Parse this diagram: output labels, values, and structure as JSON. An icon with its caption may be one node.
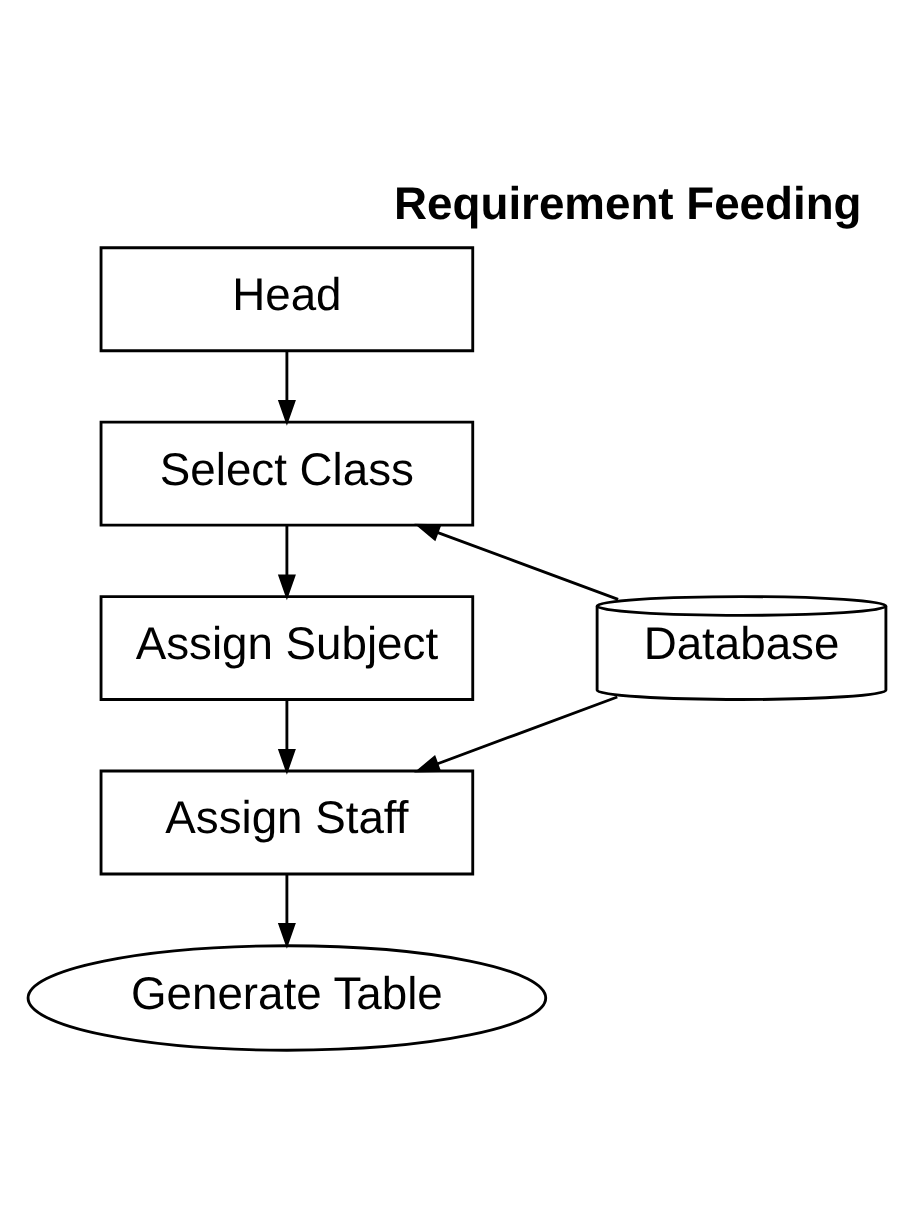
{
  "diagram": {
    "title": "Requirement Feeding",
    "nodes": [
      {
        "text": [
          "Head"
        ]
      },
      {
        "text": [
          "Select Class"
        ]
      },
      {
        "text": [
          "Assign Subject"
        ]
      },
      {
        "text": [
          "Database"
        ]
      },
      {
        "text": [
          "Assign Staff"
        ]
      },
      {
        "text": [
          "Generate Table"
        ]
      }
    ],
    "edges": [
      {
        "from": 0,
        "to": 1,
        "arrow": "to"
      },
      {
        "from": 1,
        "to": 2,
        "arrow": "to"
      },
      {
        "from": 2,
        "to": 4,
        "arrow": "to"
      },
      {
        "from": 4,
        "to": 5,
        "arrow": "to"
      },
      {
        "from": 3,
        "to": 1,
        "arrow": "to"
      },
      {
        "from": 3,
        "to": 4,
        "arrow": "to"
      }
    ]
  }
}
